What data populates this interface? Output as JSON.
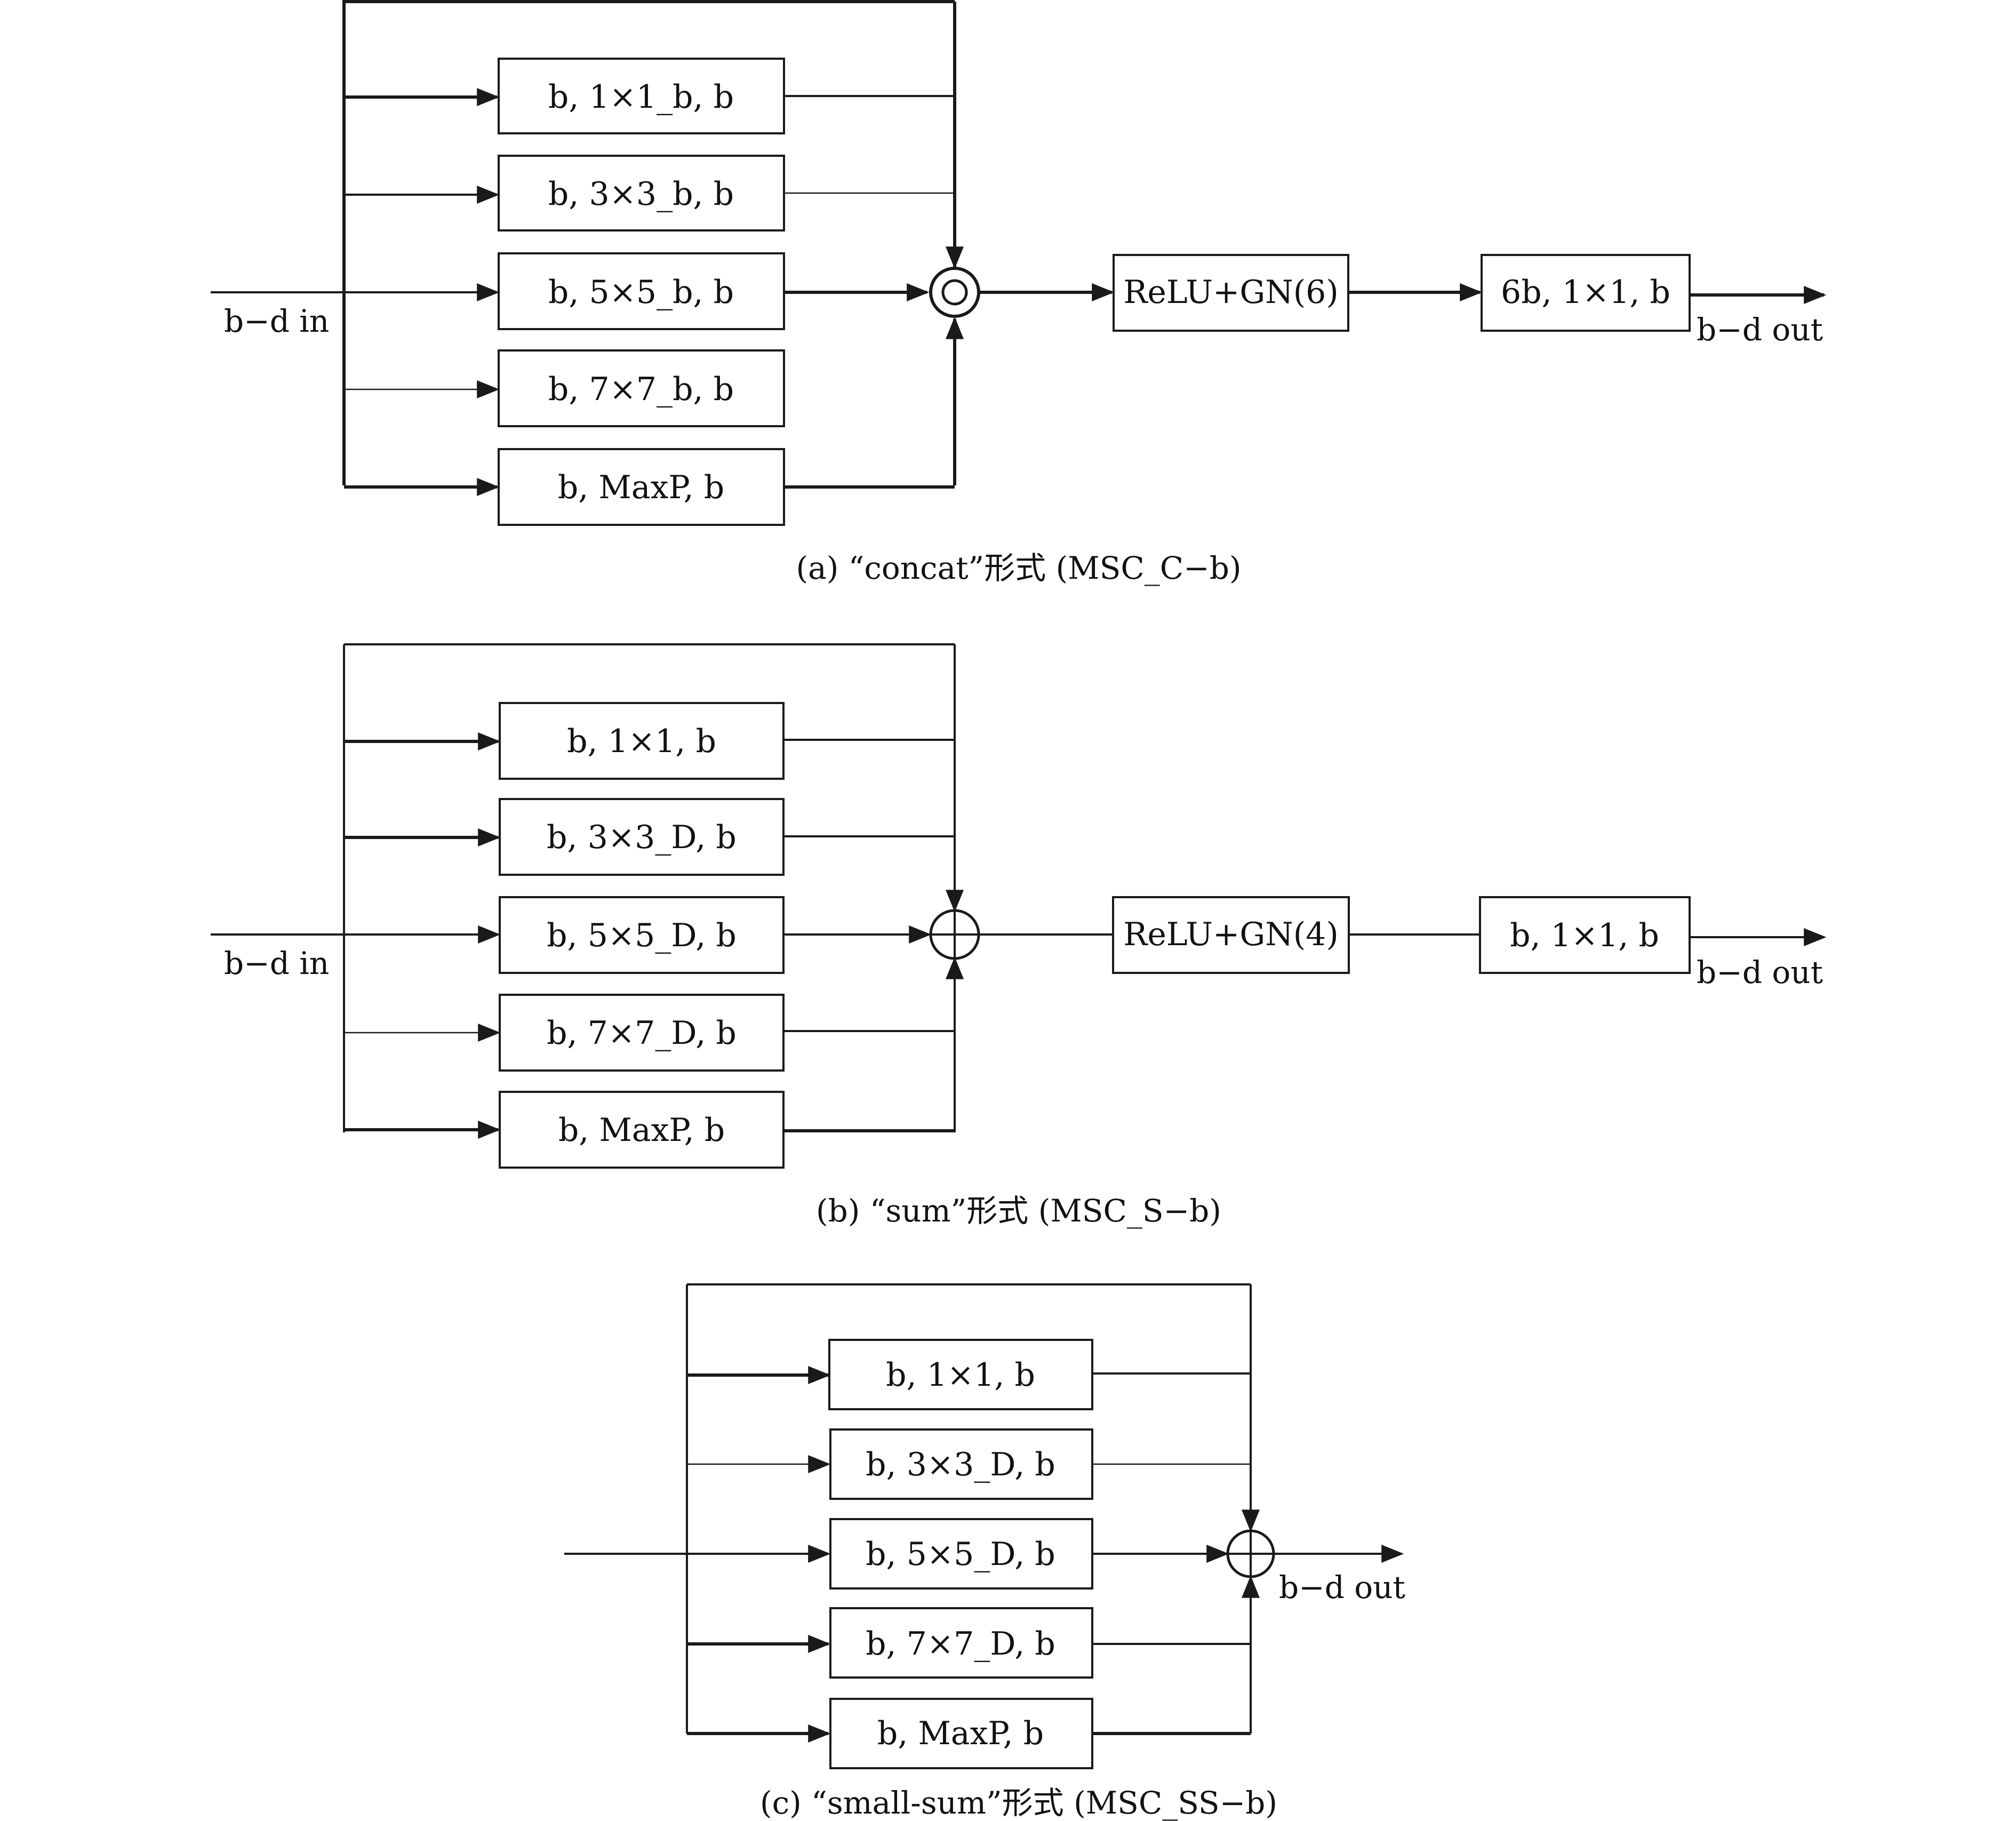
{
  "panel_a": {
    "branches": [
      "b, 1×1_b, b",
      "b, 3×3_b, b",
      "b, 5×5_b, b",
      "b, 7×7_b, b",
      "b, MaxP, b"
    ],
    "norm": "ReLU+GN(6)",
    "proj": "6b, 1×1, b",
    "input_label": "b−d in",
    "output_label": "b−d out",
    "caption": "(a) “concat”形式 (MSC_C−b)"
  },
  "panel_b": {
    "branches": [
      "b, 1×1, b",
      "b, 3×3_D, b",
      "b, 5×5_D, b",
      "b, 7×7_D, b",
      "b, MaxP, b"
    ],
    "norm": "ReLU+GN(4)",
    "proj": "b, 1×1, b",
    "input_label": "b−d in",
    "output_label": "b−d out",
    "caption": "(b) “sum”形式 (MSC_S−b)"
  },
  "panel_c": {
    "branches": [
      "b, 1×1, b",
      "b, 3×3_D, b",
      "b, 5×5_D, b",
      "b, 7×7_D, b",
      "b, MaxP, b"
    ],
    "output_label": "b−d out",
    "caption": "(c) “small-sum”形式 (MSC_SS−b)"
  }
}
